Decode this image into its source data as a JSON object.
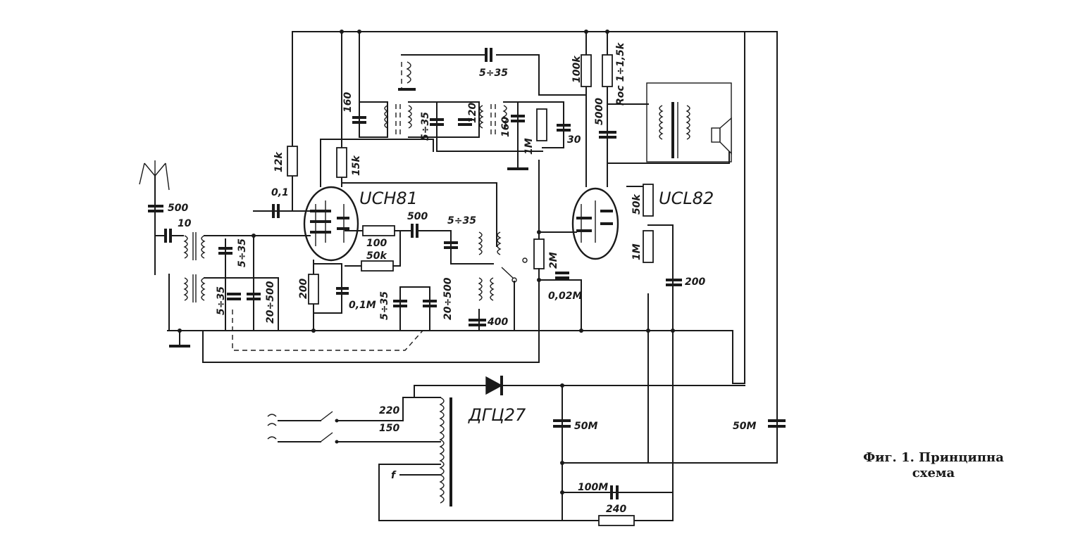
{
  "tubes": {
    "mixer": "UCH81",
    "output": "UCL82"
  },
  "rectifier": "ДГЦ27",
  "components": {
    "c_ant": "500",
    "c_ant2": "10",
    "c_trim1": "5÷35",
    "c_trim2": "5÷35",
    "c_var1": "20÷500",
    "r_grid_leak_plate": "12k",
    "c_grid": "0,1",
    "r_screen": "15k",
    "c_if1": "160",
    "c_feedback": "5÷35",
    "c_if_mid": "5÷35",
    "c_if2": "120",
    "c_if3": "160",
    "r_vol": "1M",
    "c_30": "30",
    "r_100": "100",
    "c_osc": "500",
    "c_osc_trim": "5÷35",
    "r_50k_osc": "50k",
    "r_cathode": "200",
    "c_cathode": "0,1M",
    "c_trim_osc2": "5÷35",
    "c_var2": "20÷500",
    "c_pad": "400",
    "r_grid2": "2M",
    "c_coupling": "0,02M",
    "r_100k": "100k",
    "r_fb": "Rос 1÷1,5k",
    "c_5000": "5000",
    "r_50k_out": "50k",
    "r_1m_out": "1M",
    "c_200": "200",
    "c_filter1": "50M",
    "c_filter2": "50M",
    "c_filter3": "100M",
    "r_240": "240",
    "tap_220": "220",
    "tap_150": "150",
    "tap_f": "f"
  },
  "caption_line1": "Фиг. 1. Принципна",
  "caption_line2": "схема"
}
